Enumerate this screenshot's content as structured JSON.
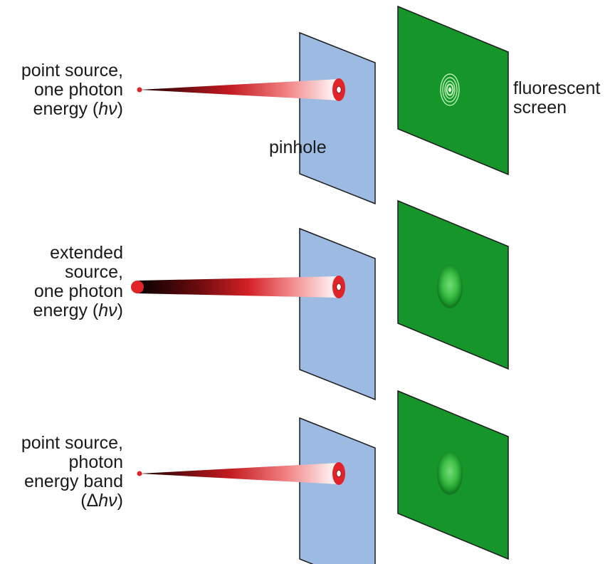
{
  "colors": {
    "pinhole_plate": "#9dbbe2",
    "screen": "#15952a",
    "beam_red": "#e0242a",
    "outline": "#1c1c1c",
    "text": "#1a1a1a"
  },
  "labels": {
    "pinhole": "pinhole",
    "screen": [
      "fluorescent",
      "screen"
    ]
  },
  "rows": [
    {
      "id": "row-1",
      "source": "point",
      "pattern": "rings",
      "label_lines": [
        [
          "point source,",
          ""
        ],
        [
          "one photon",
          ""
        ],
        [
          "energy (",
          "hν",
          ")"
        ]
      ]
    },
    {
      "id": "row-2",
      "source": "extended",
      "pattern": "blur",
      "label_lines": [
        [
          "extended",
          ""
        ],
        [
          "source,",
          ""
        ],
        [
          "one photon",
          ""
        ],
        [
          "energy (",
          "hν",
          ")"
        ]
      ]
    },
    {
      "id": "row-3",
      "source": "point",
      "pattern": "blur",
      "label_lines": [
        [
          "point source,",
          ""
        ],
        [
          "photon",
          ""
        ],
        [
          "energy band",
          ""
        ],
        [
          "(Δ",
          "hν",
          ")"
        ]
      ]
    }
  ]
}
